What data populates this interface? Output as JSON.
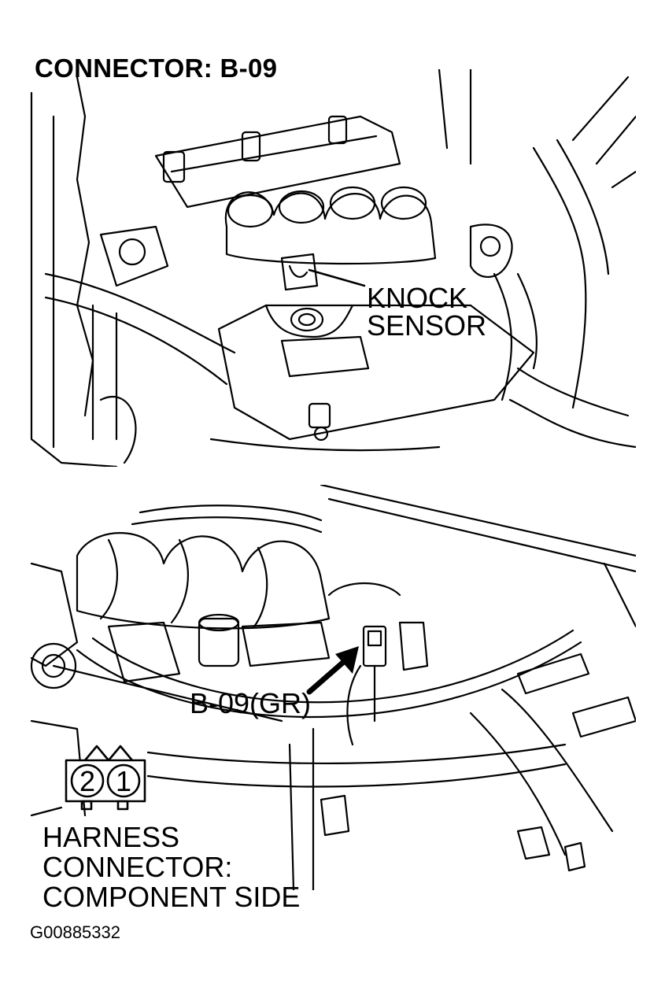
{
  "title": "CONNECTOR: B-09",
  "top_panel": {
    "callout_line1": "KNOCK",
    "callout_line2": "SENSOR"
  },
  "bottom_panel": {
    "connector_callout": "B-09(GR)",
    "pin_labels": [
      "2",
      "1"
    ],
    "harness_line1": "HARNESS",
    "harness_line2": "CONNECTOR:",
    "harness_line3": "COMPONENT SIDE"
  },
  "figure_id": "G00885332",
  "colors": {
    "ink": "#000000",
    "paper": "#ffffff"
  }
}
